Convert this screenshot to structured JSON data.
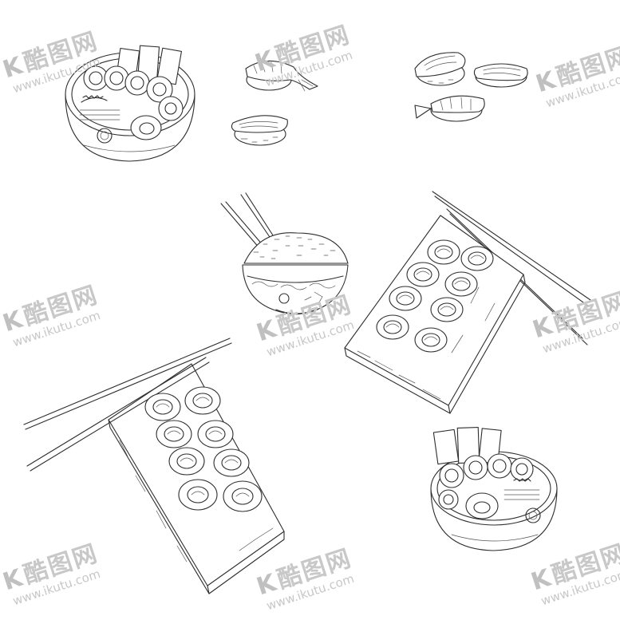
{
  "watermark": {
    "brand_text": "酷图网",
    "url_text": "www.ikutu.com",
    "mark_glyph": "K",
    "color": "#c8c8c8"
  },
  "illustration": {
    "line_color": "#2e2e2e",
    "background": "#ffffff"
  }
}
